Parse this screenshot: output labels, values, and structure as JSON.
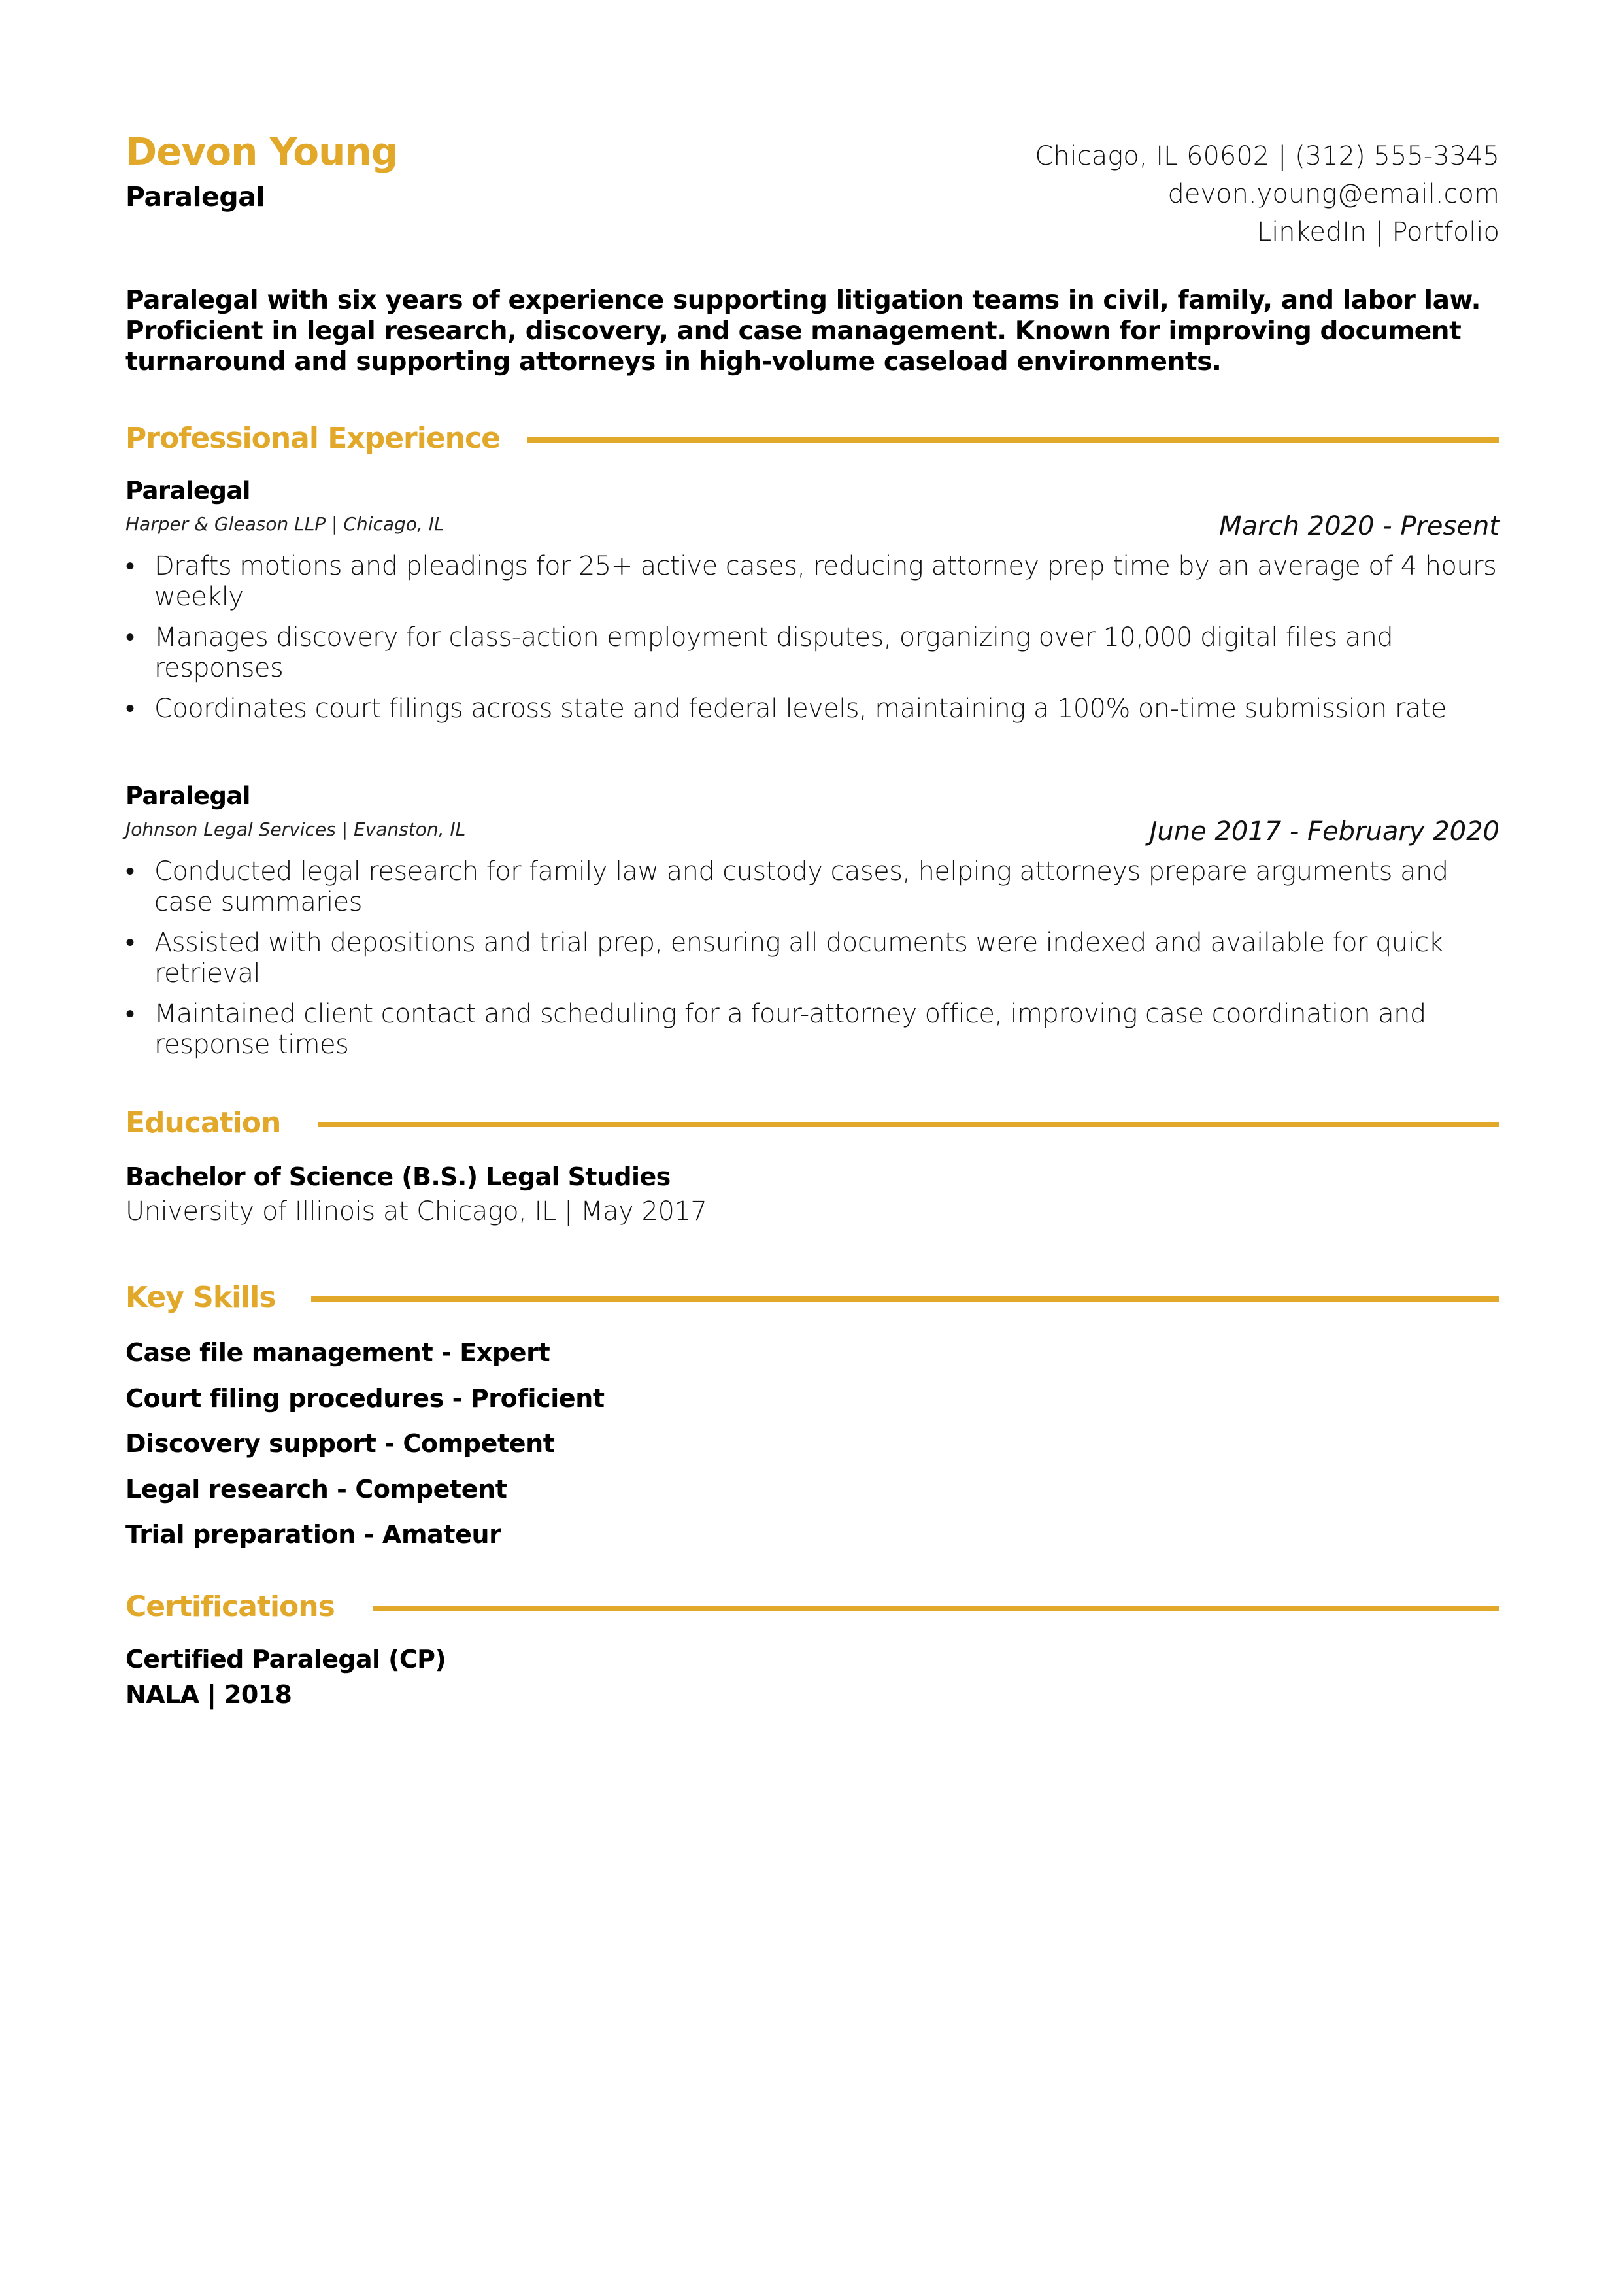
{
  "theme": {
    "accent": "#E2A82A",
    "text": "#111111",
    "background": "#FFFFFF"
  },
  "header": {
    "name": "Devon Young",
    "title": "Paralegal",
    "contact": {
      "location_phone": "Chicago, IL 60602 | (312) 555-3345",
      "email": "devon.young@email.com",
      "links": "LinkedIn | Portfolio"
    }
  },
  "summary": "Paralegal with six years of experience supporting litigation teams in civil, family, and labor law. Proficient in legal research, discovery, and case management. Known for improving document turnaround and supporting attorneys in high-volume caseload environments.",
  "sections": {
    "experience": "Professional Experience",
    "education": "Education",
    "skills": "Key Skills",
    "certifications": "Certifications"
  },
  "experience": [
    {
      "title": "Paralegal",
      "company": "Harper & Gleason LLP | Chicago, IL",
      "dates": "March 2020 - Present",
      "bullets": [
        "Drafts motions and pleadings for 25+ active cases, reducing attorney prep time by an average of 4 hours weekly",
        "Manages discovery for class-action employment disputes, organizing over 10,000 digital files and responses",
        "Coordinates court filings across state and federal levels, maintaining a 100% on-time submission rate"
      ]
    },
    {
      "title": "Paralegal",
      "company": "Johnson Legal Services | Evanston, IL",
      "dates": "June 2017 - February 2020",
      "bullets": [
        "Conducted legal research for family law and custody cases, helping attorneys prepare arguments and case summaries",
        "Assisted with depositions and trial prep, ensuring all documents were indexed and available for quick retrieval",
        "Maintained client contact and scheduling for a four-attorney office, improving case coordination and response times"
      ]
    }
  ],
  "education": {
    "degree": "Bachelor of Science (B.S.) Legal Studies",
    "school": "University of Illinois at Chicago, IL | May 2017"
  },
  "skills": [
    "Case file management - Expert",
    "Court filing procedures - Proficient",
    "Discovery support - Competent",
    "Legal research - Competent",
    "Trial preparation - Amateur"
  ],
  "certifications": [
    {
      "name": "Certified Paralegal (CP)",
      "issuer_year": "NALA | 2018"
    }
  ],
  "bullet_glyph": "•"
}
